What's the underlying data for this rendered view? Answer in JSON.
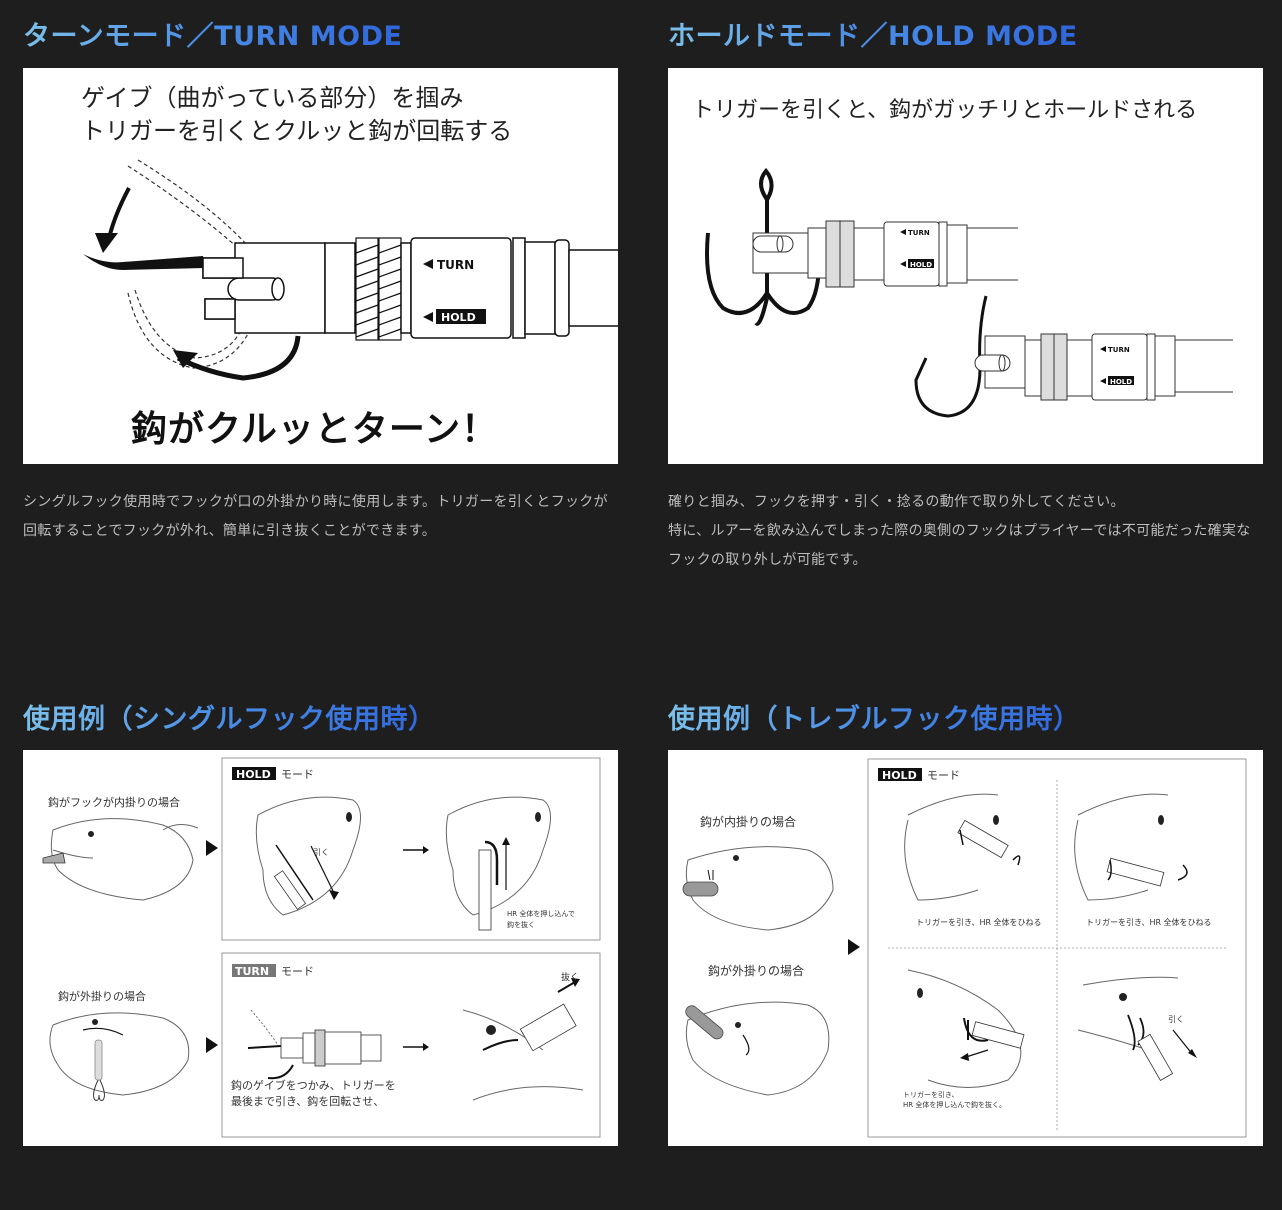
{
  "sections": {
    "turn_mode": {
      "heading": "ターンモード／TURN MODE",
      "caption_line1": "ゲイブ（曲がっている部分）を掴み",
      "caption_line2": "トリガーを引くとクルッと鈎が回転する",
      "slogan": "鈎がクルッとターン！",
      "label_turn": "TURN",
      "label_hold": "HOLD",
      "description": "シングルフック使用時でフックが口の外掛かり時に使用します。トリガーを引くとフックが回転することでフックが外れ、簡単に引き抜くことができます。"
    },
    "hold_mode": {
      "heading": "ホールドモード／HOLD MODE",
      "caption": "トリガーを引くと、鈎がガッチリとホールドされる",
      "label_turn": "TURN",
      "label_hold": "HOLD",
      "description_line1": "確りと掴み、フックを押す・引く・捻るの動作で取り外してください。",
      "description_line2": "特に、ルアーを飲み込んでしまった際の奥側のフックはプライヤーでは不可能だった確実なフックの取り外しが可能です。"
    },
    "single_hook_example": {
      "heading": "使用例（シングルフック使用時）",
      "case_inner": "鈎がフックが内掛りの場合",
      "case_outer": "鈎が外掛りの場合",
      "hold_badge": "HOLD",
      "turn_badge": "TURN",
      "mode_suffix": "モード",
      "pull_label": "引く",
      "push_note_line1": "HR 全体を押し込んで",
      "push_note_line2": "鈎を抜く",
      "turn_note_line1": "鈎のゲイブをつかみ、トリガーを",
      "turn_note_line2": "最後まで引き、鈎を回転させ、",
      "extract_label": "抜く"
    },
    "treble_hook_example": {
      "heading": "使用例（トレブルフック使用時）",
      "case_inner": "鈎が内掛りの場合",
      "case_outer": "鈎が外掛りの場合",
      "hold_badge": "HOLD",
      "mode_suffix": "モード",
      "twist_note_a": "トリガーを引き、HR 全体をひねる",
      "twist_note_b": "トリガーを引き、HR 全体をひねる",
      "push_note_line1": "トリガーを引き、",
      "push_note_line2": "HR 全体を押し込んで鈎を抜く。",
      "pull_label": "引く"
    }
  },
  "colors": {
    "background": "#1e1e1e",
    "heading_gradient_start": "#7cc0ea",
    "heading_gradient_end": "#2f66dc",
    "body_text": "#bdbdbd",
    "panel": "#ffffff"
  }
}
